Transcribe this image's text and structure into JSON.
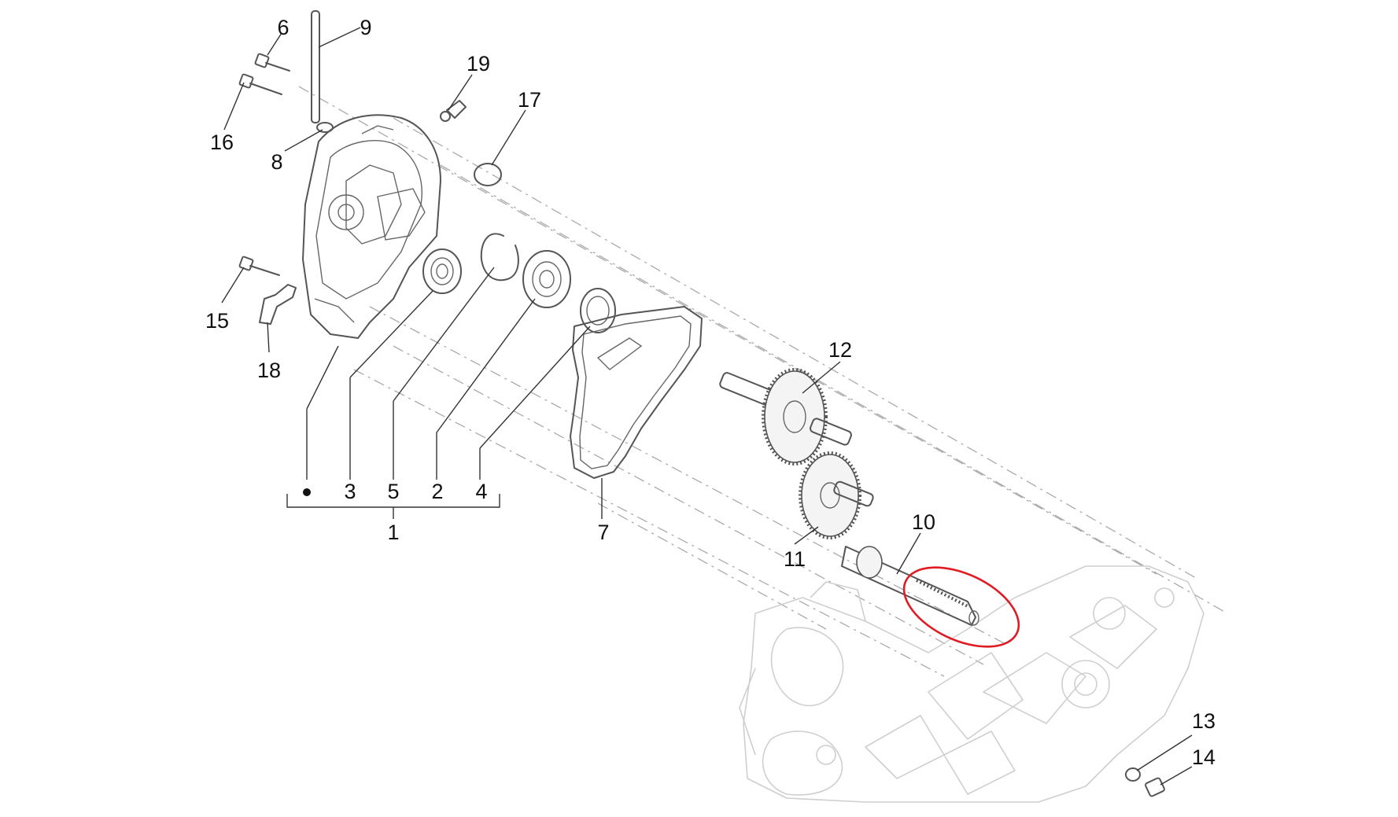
{
  "diagram": {
    "callouts": [
      {
        "id": "c6",
        "label": "6"
      },
      {
        "id": "c9",
        "label": "9"
      },
      {
        "id": "c19",
        "label": "19"
      },
      {
        "id": "c17",
        "label": "17"
      },
      {
        "id": "c16",
        "label": "16"
      },
      {
        "id": "c8",
        "label": "8"
      },
      {
        "id": "c15",
        "label": "15"
      },
      {
        "id": "c18",
        "label": "18"
      },
      {
        "id": "c3",
        "label": "3"
      },
      {
        "id": "c5",
        "label": "5"
      },
      {
        "id": "c2",
        "label": "2"
      },
      {
        "id": "c4",
        "label": "4"
      },
      {
        "id": "c1",
        "label": "1"
      },
      {
        "id": "c7",
        "label": "7"
      },
      {
        "id": "c12",
        "label": "12"
      },
      {
        "id": "c11",
        "label": "11"
      },
      {
        "id": "c10",
        "label": "10"
      },
      {
        "id": "c13",
        "label": "13"
      },
      {
        "id": "c14",
        "label": "14"
      }
    ],
    "colors": {
      "line": "#555555",
      "ghost": "#cfcfcf",
      "highlight": "#e01b24"
    }
  }
}
